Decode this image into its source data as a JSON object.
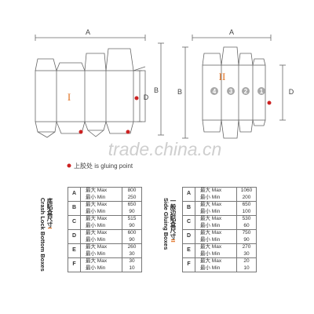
{
  "diagram": {
    "dimension_labels": {
      "left_a": "A",
      "left_b": "B",
      "left_d": "D",
      "right_a": "A",
      "right_b": "B",
      "right_d": "D"
    },
    "panel_labels": {
      "left_roman": "I",
      "right_roman": "II"
    },
    "right_numbers": [
      "4",
      "3",
      "2",
      "1"
    ],
    "watermark": "trade.china.cn",
    "legend_text": "上胶处 is gluing point",
    "colors": {
      "glue_dot": "#cc2222",
      "roman": "#e07020",
      "line": "#666666",
      "number_circle": "#a8a8a8"
    }
  },
  "table1": {
    "title_cn": "底贴盒尺寸",
    "title_en": "Crash Lock Bottom Boxes",
    "roman": "I",
    "max_label": "最大 Max",
    "min_label": "最小 Min",
    "rows": [
      {
        "code": "A",
        "max": "800",
        "min": "250"
      },
      {
        "code": "B",
        "max": "650",
        "min": "90"
      },
      {
        "code": "C",
        "max": "515",
        "min": "90"
      },
      {
        "code": "D",
        "max": "600",
        "min": "90"
      },
      {
        "code": "E",
        "max": "260",
        "min": "30"
      },
      {
        "code": "F",
        "max": "30",
        "min": "10"
      }
    ]
  },
  "table2": {
    "title_cn": "一般边贴盒尺寸",
    "title_en": "Side Gluing Boxes",
    "roman": "II",
    "max_label": "最大 Max",
    "min_label": "最小 Min",
    "rows": [
      {
        "code": "A",
        "max": "1060",
        "min": "200"
      },
      {
        "code": "B",
        "max": "650",
        "min": "100"
      },
      {
        "code": "C",
        "max": "530",
        "min": "60"
      },
      {
        "code": "D",
        "max": "750",
        "min": "90"
      },
      {
        "code": "E",
        "max": "270",
        "min": "30"
      },
      {
        "code": "F",
        "max": "20",
        "min": "10"
      }
    ]
  }
}
